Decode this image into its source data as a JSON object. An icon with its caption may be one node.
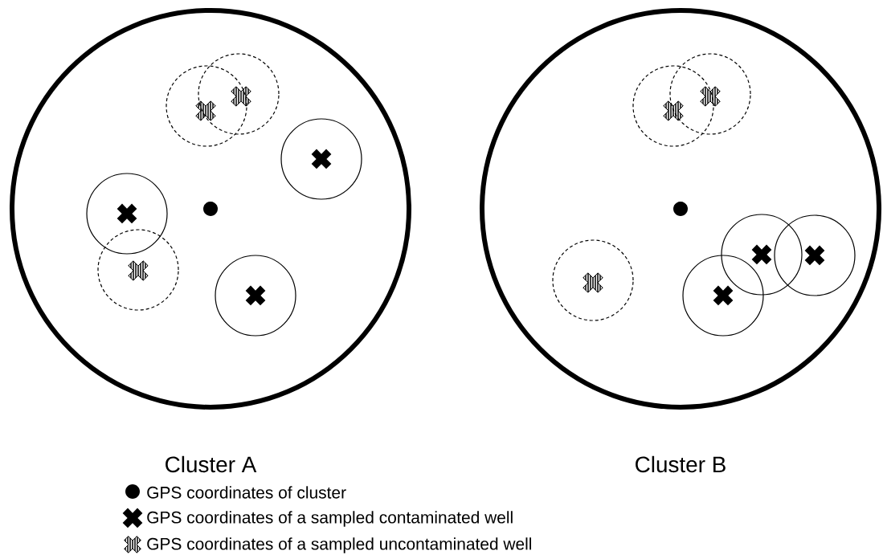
{
  "diagram": {
    "nodes": [
      {
        "text": [
          "Cluster A"
        ]
      },
      {
        "text": [],
        "shape": "circle",
        "in": 0
      },
      {
        "text": [],
        "shape": "circle",
        "in": 0
      },
      {
        "text": [],
        "shape": "circle",
        "in": 0
      },
      {
        "text": [],
        "shape": "circle",
        "in": 0
      },
      {
        "text": [],
        "shape": "circle",
        "in": 0
      },
      {
        "text": [],
        "shape": "circle",
        "in": 0
      },
      {
        "text": [
          "Cluster B"
        ]
      },
      {
        "text": [],
        "shape": "circle",
        "in": 7
      },
      {
        "text": [],
        "shape": "circle",
        "in": 7
      },
      {
        "text": [],
        "shape": "circle",
        "in": 7
      },
      {
        "text": [],
        "shape": "circle",
        "in": 7
      },
      {
        "text": [],
        "shape": "circle",
        "in": 7
      },
      {
        "text": [],
        "shape": "circle",
        "in": 7
      }
    ],
    "legend": [
      {
        "text": "GPS coordinates of cluster"
      },
      {
        "text": "GPS coordinates of a sampled contaminated well"
      },
      {
        "text": "GPS coordinates of a sampled uncontaminated well"
      }
    ]
  }
}
